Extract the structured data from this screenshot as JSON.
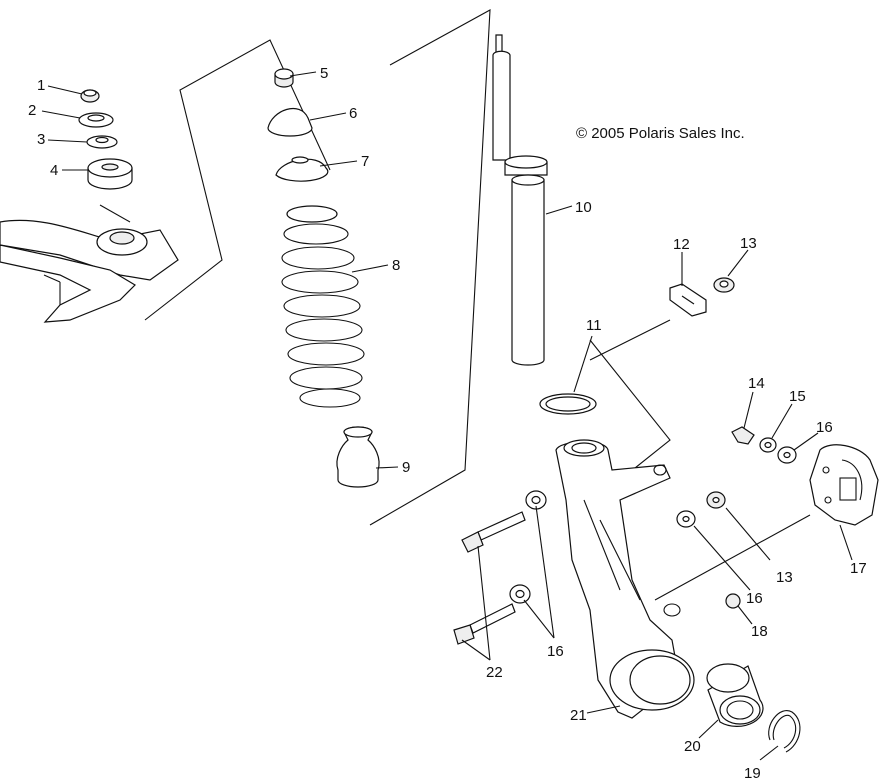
{
  "copyright": "© 2005 Polaris Sales Inc.",
  "callouts": [
    {
      "num": "1"
    },
    {
      "num": "2"
    },
    {
      "num": "3"
    },
    {
      "num": "4"
    },
    {
      "num": "5"
    },
    {
      "num": "6"
    },
    {
      "num": "7"
    },
    {
      "num": "8"
    },
    {
      "num": "9"
    },
    {
      "num": "10"
    },
    {
      "num": "11"
    },
    {
      "num": "12"
    },
    {
      "num": "13"
    },
    {
      "num": "13"
    },
    {
      "num": "14"
    },
    {
      "num": "15"
    },
    {
      "num": "16"
    },
    {
      "num": "16"
    },
    {
      "num": "16"
    },
    {
      "num": "17"
    },
    {
      "num": "18"
    },
    {
      "num": "19"
    },
    {
      "num": "20"
    },
    {
      "num": "21"
    },
    {
      "num": "22"
    }
  ]
}
